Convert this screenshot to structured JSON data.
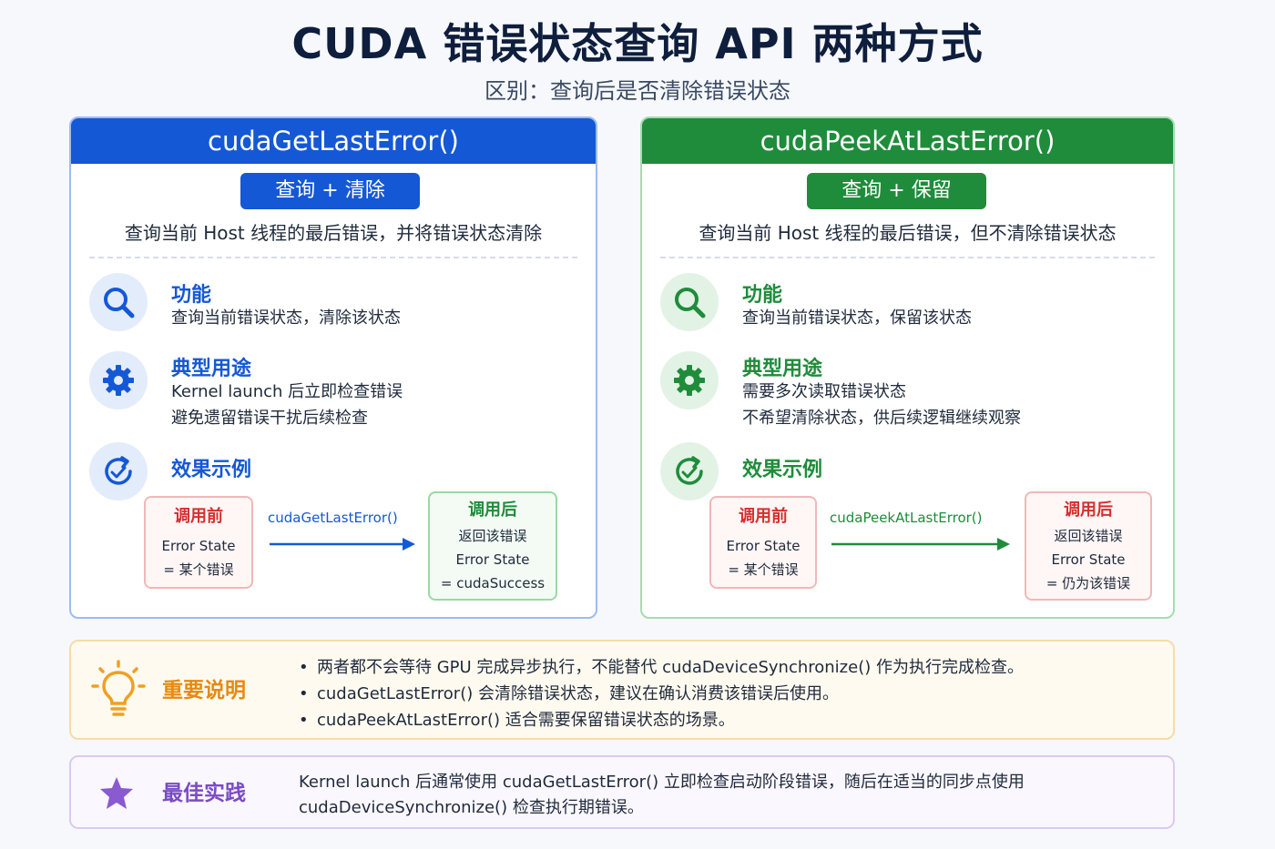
{
  "title": "CUDA 错误状态查询 API 两种方式",
  "subtitle": "区别：查询后是否清除错误状态",
  "cards": [
    {
      "header": "cudaGetLastError()",
      "pill": "查询 + 清除",
      "description": "查询当前 Host 线程的最后错误，并将错误状态清除",
      "function_title": "功能",
      "function_text": "查询当前错误状态，清除该状态",
      "usage_title": "典型用途",
      "usage_lines": [
        "Kernel launch 后立即检查错误",
        "避免遗留错误干扰后续检查"
      ],
      "example_title": "效果示例",
      "before_title": "调用前",
      "before_lines": [
        "Error State",
        "= 某个错误"
      ],
      "arrow_label": "cudaGetLastError()",
      "after_title": "调用后",
      "after_lines": [
        "返回该错误",
        "Error State",
        "= cudaSuccess"
      ]
    },
    {
      "header": "cudaPeekAtLastError()",
      "pill": "查询 + 保留",
      "description": "查询当前 Host 线程的最后错误，但不清除错误状态",
      "function_title": "功能",
      "function_text": "查询当前错误状态，保留该状态",
      "usage_title": "典型用途",
      "usage_lines": [
        "需要多次读取错误状态",
        "不希望清除状态，供后续逻辑继续观察"
      ],
      "example_title": "效果示例",
      "before_title": "调用前",
      "before_lines": [
        "Error State",
        "= 某个错误"
      ],
      "arrow_label": "cudaPeekAtLastError()",
      "after_title": "调用后",
      "after_lines": [
        "返回该错误",
        "Error State",
        "= 仍为该错误"
      ]
    }
  ],
  "important": {
    "title": "重要说明",
    "bullets": [
      "两者都不会等待 GPU 完成异步执行，不能替代 cudaDeviceSynchronize() 作为执行完成检查。",
      "cudaGetLastError() 会清除错误状态，建议在确认消费该错误后使用。",
      "cudaPeekAtLastError() 适合需要保留错误状态的场景。"
    ]
  },
  "best_practice": {
    "title": "最佳实践",
    "lines": [
      "Kernel launch 后通常使用 cudaGetLastError() 立即检查启动阶段错误，随后在适当的同步点使用",
      "cudaDeviceSynchronize() 检查执行期错误。"
    ]
  },
  "colors": {
    "blue": "#1558d6",
    "green": "#1f8c3b",
    "red": "#d62f2f",
    "orange": "#e68a10",
    "purple": "#7a4bc4"
  },
  "icons": [
    "search-icon",
    "gear-icon",
    "refresh-check-icon",
    "lightbulb-icon",
    "star-icon",
    "arrow-right-icon"
  ]
}
